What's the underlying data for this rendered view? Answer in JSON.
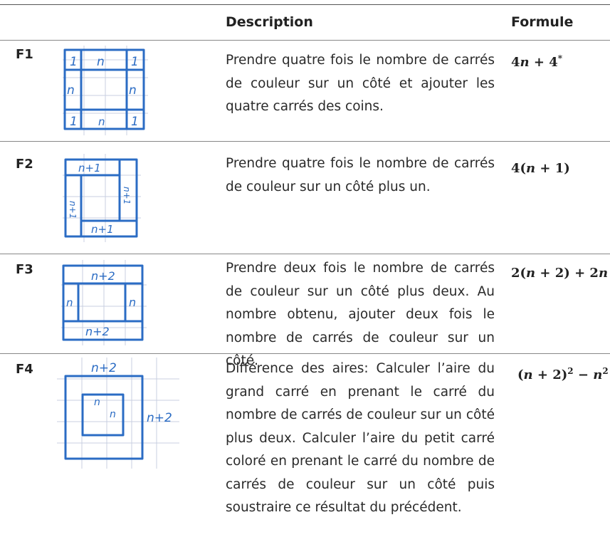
{
  "header": {
    "description": "Description",
    "formula": "Formule"
  },
  "rows": [
    {
      "id": "F1",
      "description": "Prendre quatre fois le nombre de carrés de couleur sur un côté et ajouter les quatre carrés des coins.",
      "formula": "4n + 4*",
      "sketch_labels": {
        "corner": "1",
        "side": "n"
      }
    },
    {
      "id": "F2",
      "description": "Prendre quatre fois le nombre de carrés de couleur sur un côté plus un.",
      "formula": "4(n + 1)",
      "sketch_labels": {
        "side": "n+1"
      }
    },
    {
      "id": "F3",
      "description": "Prendre deux fois le nombre de carrés de couleur sur un côté plus deux. Au nombre obtenu, ajouter deux fois le nombre de carrés de couleur sur un côté.",
      "formula": "2(n + 2) + 2n",
      "sketch_labels": {
        "long": "n+2",
        "short": "n"
      }
    },
    {
      "id": "F4",
      "description": "Différence des aires: Calculer l’aire du grand carré en prenant le carré du nombre de carrés de couleur sur un côté plus deux. Calculer l’aire du petit carré coloré en prenant le carré du nombre de carrés de couleur sur un côté puis soustraire ce résultat du précédent.",
      "formula": "(n + 2)^2 − n^2",
      "sketch_labels": {
        "outer": "n+2",
        "inner": "n"
      }
    }
  ],
  "colors": {
    "ink": "#2b6cc4",
    "grid": "#c9cfe0",
    "rule": "#888888"
  }
}
